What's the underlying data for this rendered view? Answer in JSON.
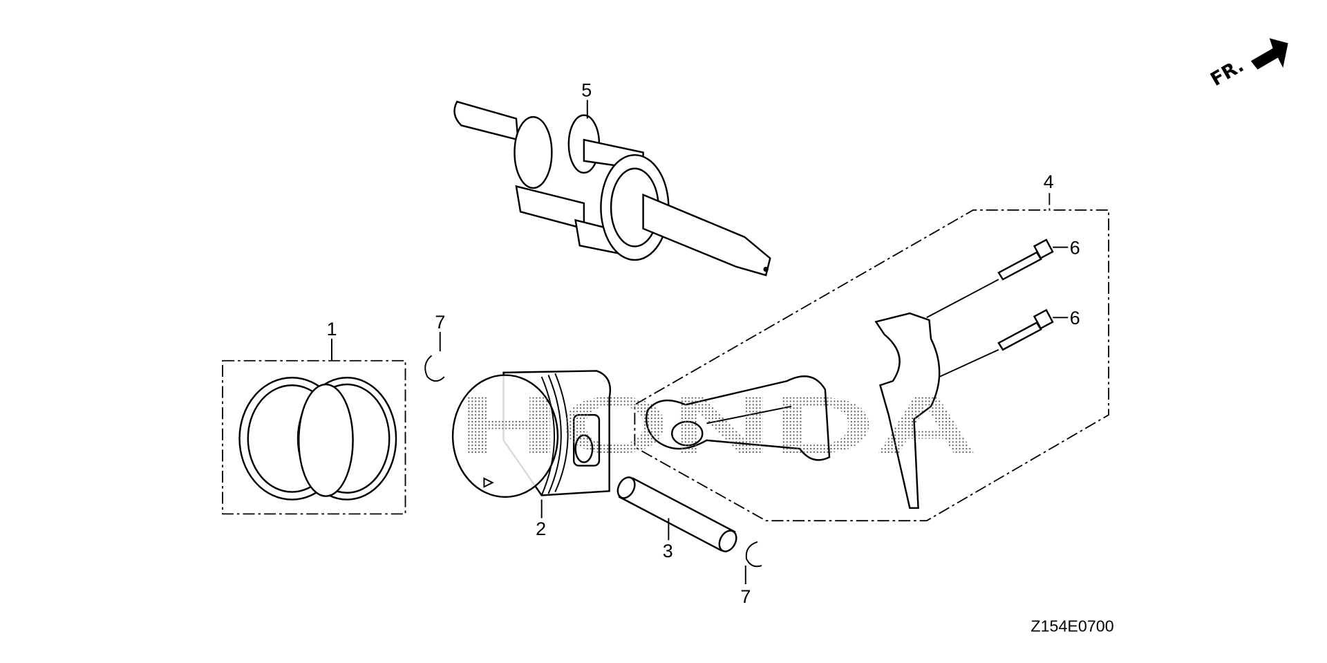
{
  "diagram": {
    "watermark": "HONDA",
    "diagram_code": "Z154E0700",
    "front_indicator": "FR.",
    "callouts": [
      {
        "number": "1",
        "part": "piston-ring-set"
      },
      {
        "number": "2",
        "part": "piston"
      },
      {
        "number": "3",
        "part": "piston-pin"
      },
      {
        "number": "4",
        "part": "connecting-rod-assembly"
      },
      {
        "number": "5",
        "part": "crankshaft"
      },
      {
        "number": "6",
        "part": "connecting-rod-bolt"
      },
      {
        "number": "6",
        "part": "connecting-rod-bolt"
      },
      {
        "number": "7",
        "part": "piston-pin-clip"
      },
      {
        "number": "7",
        "part": "piston-pin-clip"
      }
    ]
  }
}
